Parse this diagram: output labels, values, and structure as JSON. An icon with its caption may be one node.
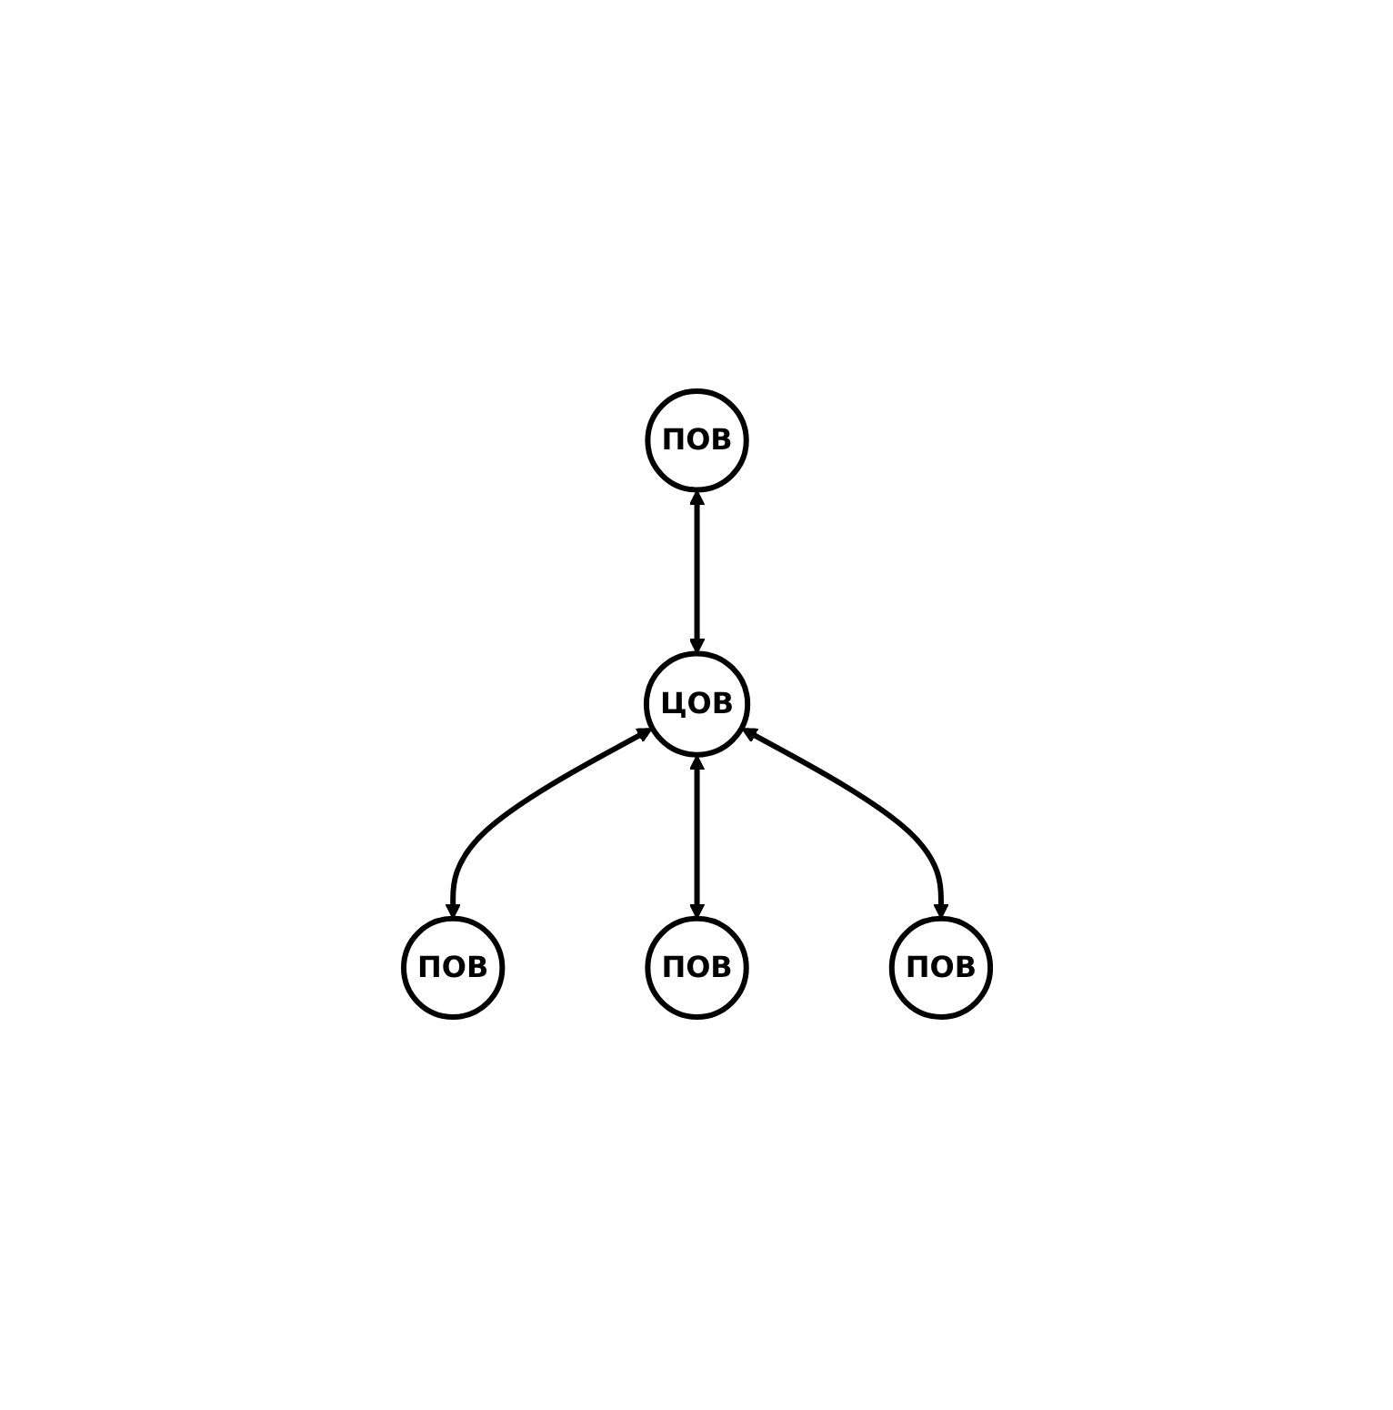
{
  "diagram": {
    "nodes": [
      {
        "text": [
          "ПОВ"
        ]
      },
      {
        "text": [
          "ПОВ"
        ]
      },
      {
        "text": [
          "ЦОВ"
        ]
      },
      {
        "text": [
          "ПОВ"
        ]
      },
      {
        "text": [
          "ПОВ"
        ]
      }
    ],
    "edges": [
      {
        "from": 2,
        "to": 0,
        "arrow": "both"
      },
      {
        "from": 1,
        "to": 2,
        "arrow": "both"
      },
      {
        "from": 2,
        "to": 3,
        "arrow": "both"
      },
      {
        "from": 2,
        "to": 4,
        "arrow": "both"
      }
    ]
  }
}
